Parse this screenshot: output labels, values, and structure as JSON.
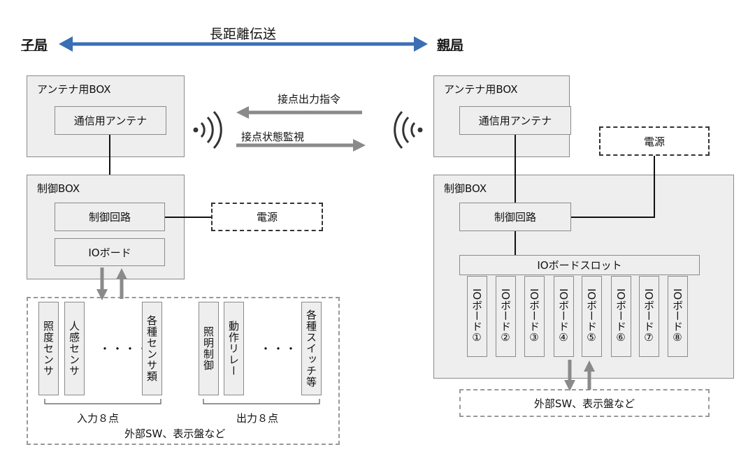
{
  "header": {
    "child_station": "子局",
    "parent_station": "親局",
    "long_distance": "長距離伝送"
  },
  "signals": {
    "contact_output_command": "接点出力指令",
    "contact_status_monitor": "接点状態監視"
  },
  "child": {
    "antenna_box": {
      "title": "アンテナ用BOX",
      "antenna": "通信用アンテナ"
    },
    "control_box": {
      "title": "制御BOX",
      "circuit": "制御回路",
      "io_board": "IOボード"
    },
    "power": "電源",
    "external": {
      "inputs": [
        "照度センサ",
        "人感センサ",
        "各種センサ類"
      ],
      "outputs": [
        "照明制御",
        "動作リレー",
        "各種スイッチ等"
      ],
      "ellipsis": "・・・・",
      "input_label": "入力８点",
      "output_label": "出力８点",
      "caption": "外部SW、表示盤など"
    }
  },
  "parent": {
    "antenna_box": {
      "title": "アンテナ用BOX",
      "antenna": "通信用アンテナ"
    },
    "power": "電源",
    "control_box": {
      "title": "制御BOX",
      "circuit": "制御回路",
      "slot": "IOボードスロット",
      "boards": [
        "IOボード①",
        "IOボード②",
        "IOボード③",
        "IOボード④",
        "IOボード⑤",
        "IOボード⑥",
        "IOボード⑦",
        "IOボード⑧"
      ]
    },
    "external_caption": "外部SW、表示盤など"
  },
  "colors": {
    "long_arrow": "#3a6fb6",
    "signal_arrow": "#8a8a8a",
    "box_fill": "#eeeeee",
    "box_border": "#8a8a8a"
  }
}
